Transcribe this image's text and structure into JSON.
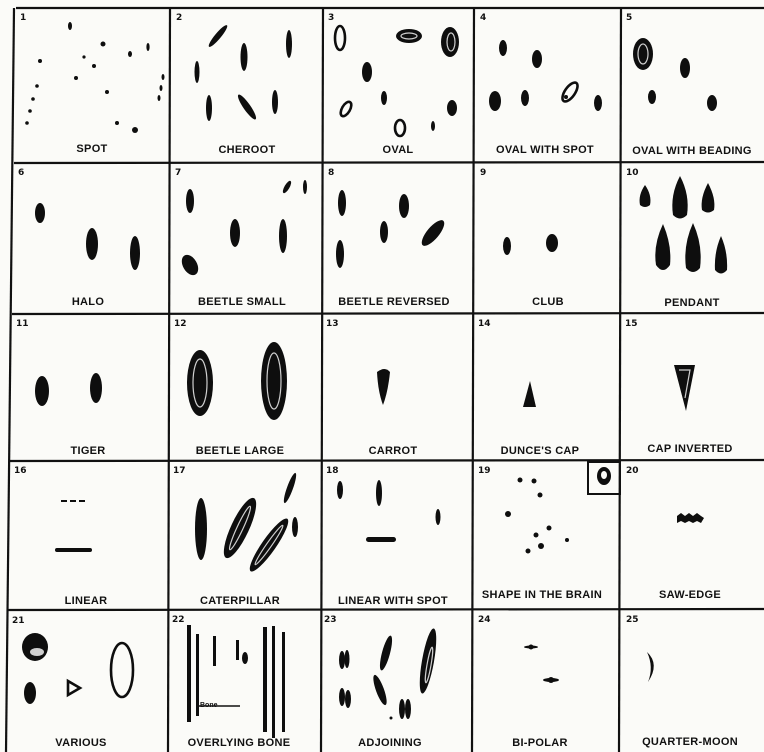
{
  "cells": [
    {
      "num": "1",
      "label": "SPOT"
    },
    {
      "num": "2",
      "label": "CHEROOT"
    },
    {
      "num": "3",
      "label": "OVAL"
    },
    {
      "num": "4",
      "label": "OVAL WITH SPOT"
    },
    {
      "num": "5",
      "label": "OVAL WITH BEADING"
    },
    {
      "num": "6",
      "label": "HALO"
    },
    {
      "num": "7",
      "label": "BEETLE SMALL"
    },
    {
      "num": "8",
      "label": "BEETLE REVERSED"
    },
    {
      "num": "9",
      "label": "CLUB"
    },
    {
      "num": "10",
      "label": "PENDANT"
    },
    {
      "num": "11",
      "label": "TIGER"
    },
    {
      "num": "12",
      "label": "BEETLE LARGE"
    },
    {
      "num": "13",
      "label": "CARROT"
    },
    {
      "num": "14",
      "label": "DUNCE'S CAP"
    },
    {
      "num": "15",
      "label": "CAP INVERTED"
    },
    {
      "num": "16",
      "label": "LINEAR"
    },
    {
      "num": "17",
      "label": "CATERPILLAR"
    },
    {
      "num": "18",
      "label": "LINEAR WITH SPOT"
    },
    {
      "num": "19",
      "label": "SHAPE IN THE BRAIN"
    },
    {
      "num": "20",
      "label": "SAW-EDGE"
    },
    {
      "num": "21",
      "label": "VARIOUS"
    },
    {
      "num": "22",
      "label": "OVERLYING BONE"
    },
    {
      "num": "23",
      "label": "ADJOINING"
    },
    {
      "num": "24",
      "label": "BI-POLAR"
    },
    {
      "num": "25",
      "label": "QUARTER-MOON"
    }
  ],
  "inset_text": {
    "bone_text": "Bone"
  }
}
